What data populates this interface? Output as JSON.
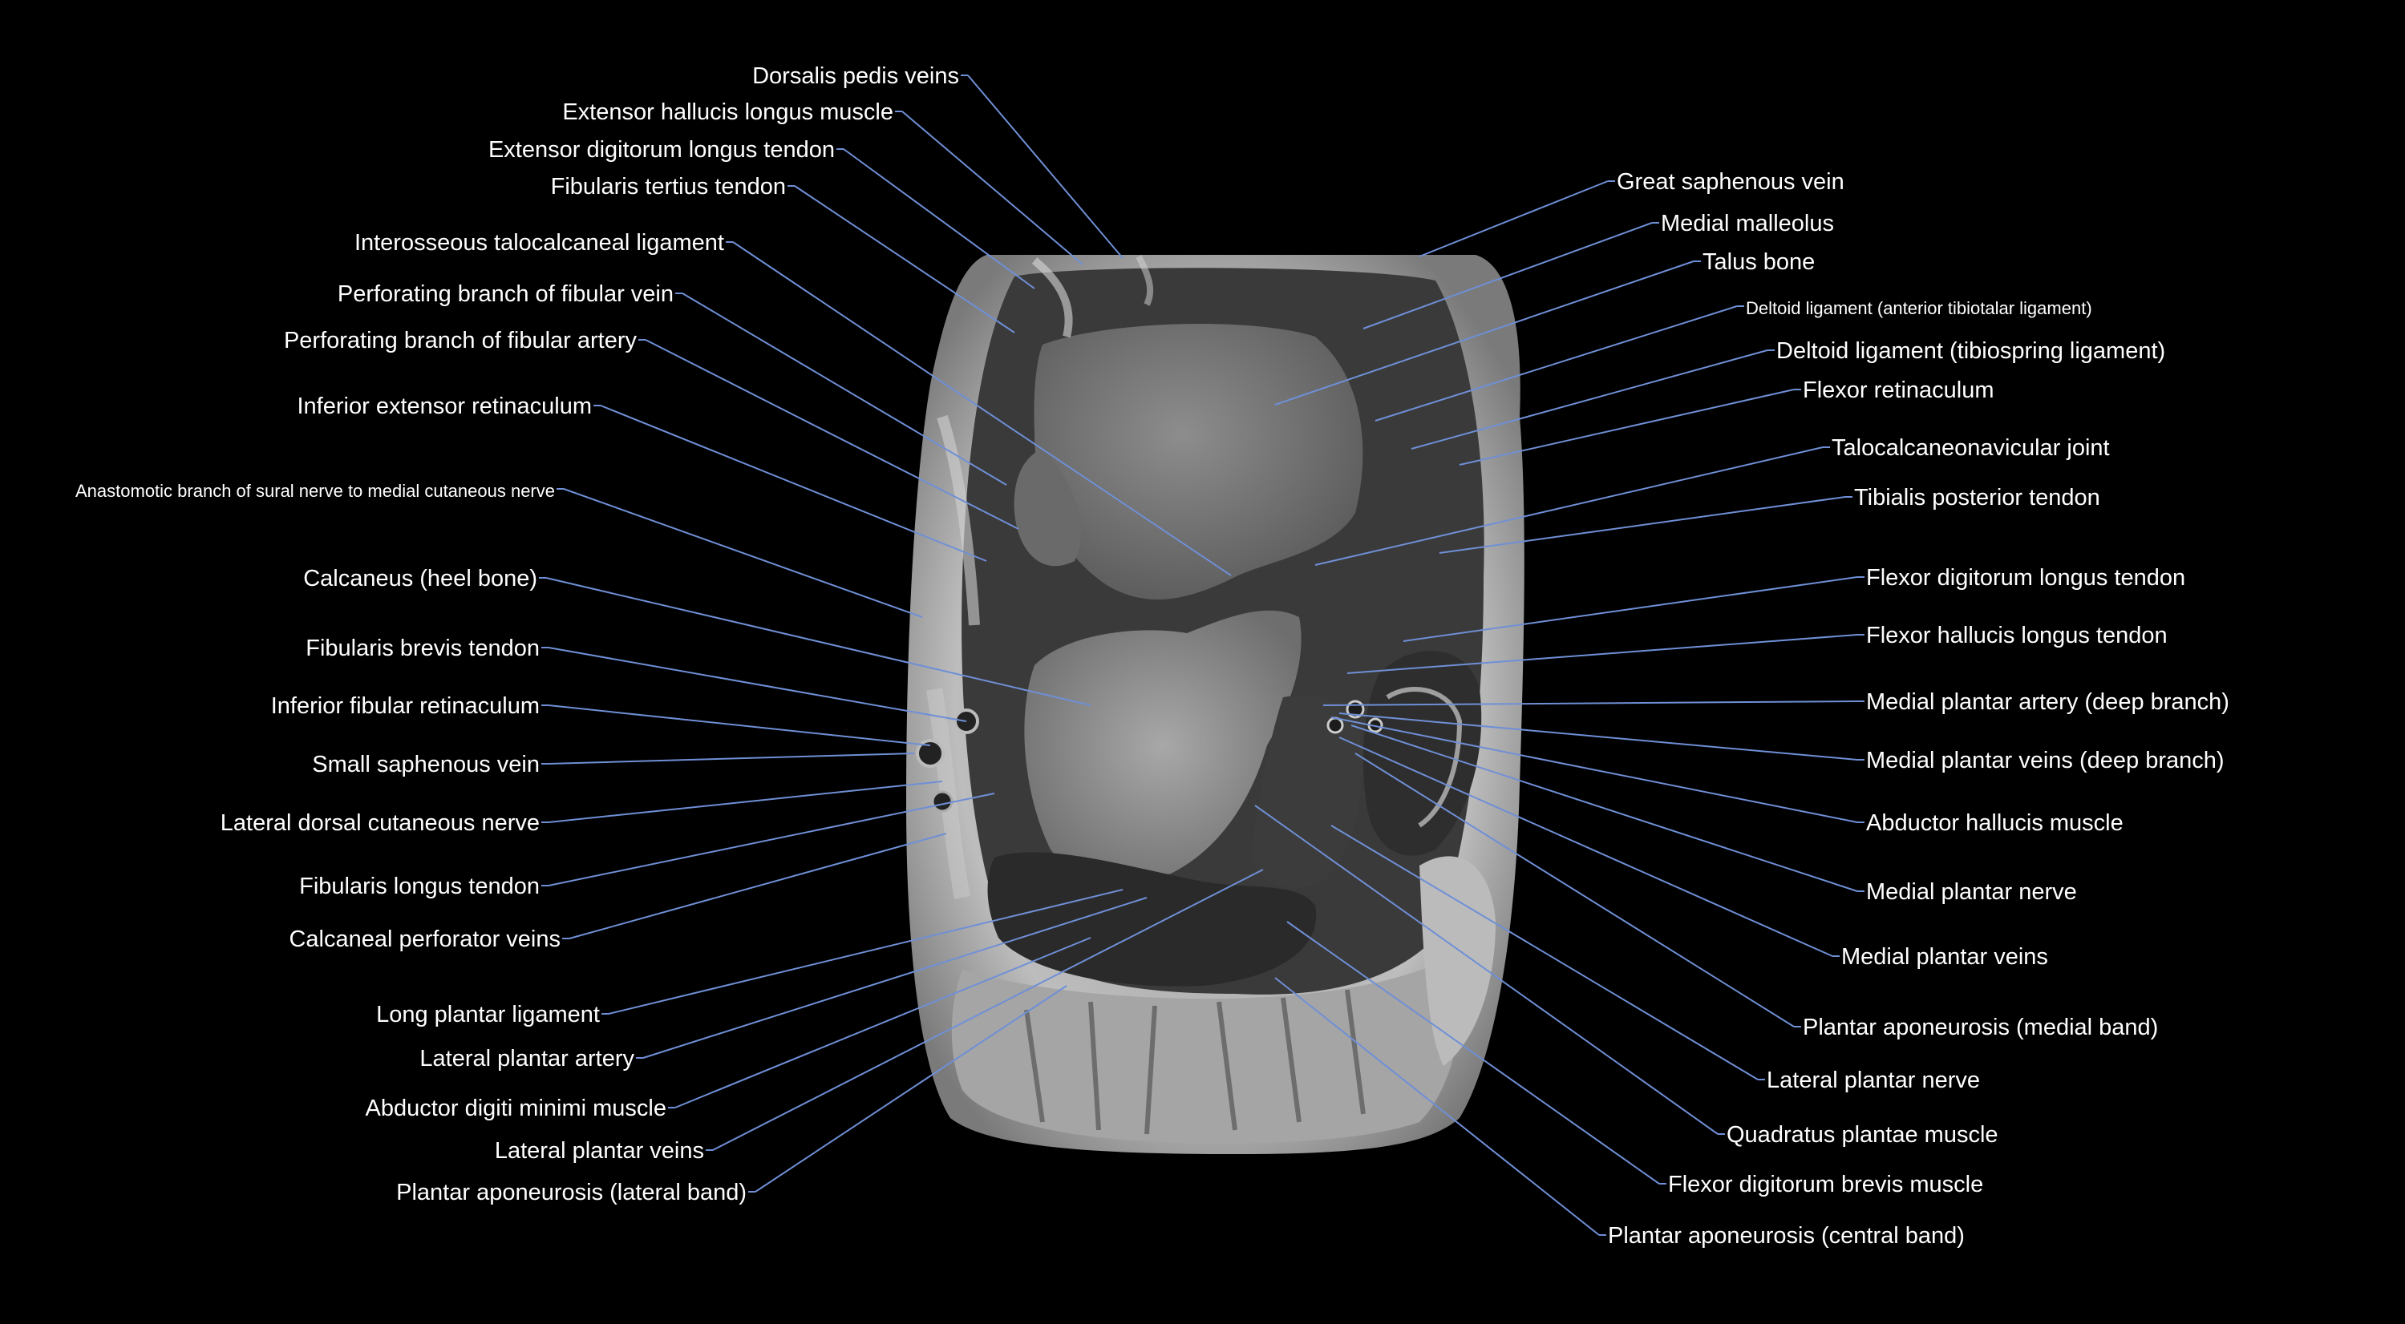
{
  "colors": {
    "background": "#000000",
    "label_text": "#ffffff",
    "leader_line": "#6f8fd6"
  },
  "image": {
    "name": "mri-ankle-coronal-section"
  },
  "labels_left": [
    "Dorsalis pedis veins",
    "Extensor hallucis longus muscle",
    "Extensor digitorum longus tendon",
    "Fibularis tertius tendon",
    "Interosseous talocalcaneal ligament",
    "Perforating branch of fibular vein",
    "Perforating branch of fibular artery",
    "Inferior extensor retinaculum",
    "Anastomotic branch of sural nerve to medial cutaneous nerve",
    "Calcaneus (heel bone)",
    "Fibularis brevis tendon",
    "Inferior fibular retinaculum",
    "Small saphenous vein",
    "Lateral dorsal cutaneous nerve",
    "Fibularis longus tendon",
    "Calcaneal perforator veins",
    "Long plantar ligament",
    "Lateral plantar artery",
    "Abductor digiti minimi muscle",
    "Lateral plantar veins",
    "Plantar aponeurosis (lateral band)"
  ],
  "labels_right": [
    "Great saphenous vein",
    "Medial malleolus",
    "Talus bone",
    "Deltoid ligament (anterior tibiotalar ligament)",
    "Deltoid ligament (tibiospring ligament)",
    "Flexor retinaculum",
    "Talocalcaneonavicular joint",
    "Tibialis posterior tendon",
    "Flexor digitorum longus tendon",
    "Flexor hallucis longus tendon",
    "Medial plantar artery (deep branch)",
    "Medial plantar veins (deep branch)",
    "Abductor hallucis muscle",
    "Medial plantar nerve",
    "Medial plantar veins",
    "Plantar aponeurosis (medial band)",
    "Lateral plantar nerve",
    "Quadratus plantae muscle",
    "Flexor digitorum brevis muscle",
    "Plantar aponeurosis (central band)"
  ]
}
